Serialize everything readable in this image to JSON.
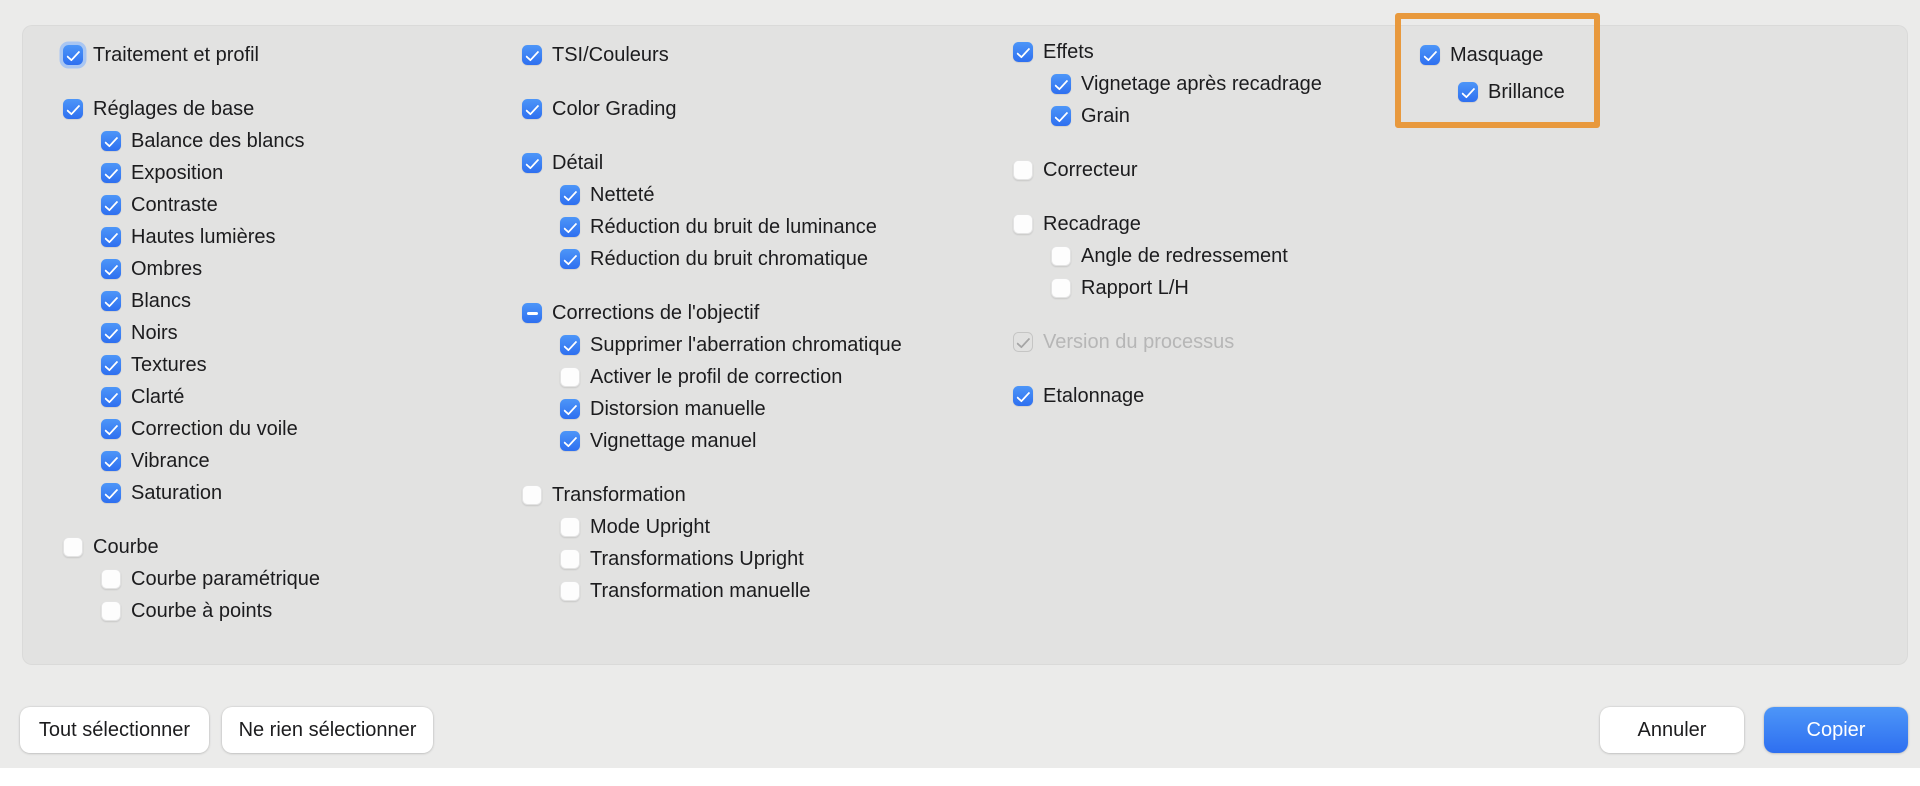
{
  "colors": {
    "accent": "#2e6ff0",
    "accent_light": "#4d96f8",
    "highlight": "#e8993d",
    "panel_bg": "#e2e2e1",
    "window_bg": "#ebebea"
  },
  "panel": {
    "columns": [
      {
        "groups": [
          {
            "items": [
              {
                "label": "Traitement et profil",
                "state": "checked",
                "focused": true,
                "level": 0
              }
            ]
          },
          {
            "items": [
              {
                "label": "Réglages de base",
                "state": "checked",
                "level": 0
              },
              {
                "label": "Balance des blancs",
                "state": "checked",
                "level": 1
              },
              {
                "label": "Exposition",
                "state": "checked",
                "level": 1
              },
              {
                "label": "Contraste",
                "state": "checked",
                "level": 1
              },
              {
                "label": "Hautes lumières",
                "state": "checked",
                "level": 1
              },
              {
                "label": "Ombres",
                "state": "checked",
                "level": 1
              },
              {
                "label": "Blancs",
                "state": "checked",
                "level": 1
              },
              {
                "label": "Noirs",
                "state": "checked",
                "level": 1
              },
              {
                "label": "Textures",
                "state": "checked",
                "level": 1
              },
              {
                "label": "Clarté",
                "state": "checked",
                "level": 1
              },
              {
                "label": "Correction du voile",
                "state": "checked",
                "level": 1
              },
              {
                "label": "Vibrance",
                "state": "checked",
                "level": 1
              },
              {
                "label": "Saturation",
                "state": "checked",
                "level": 1
              }
            ]
          },
          {
            "items": [
              {
                "label": "Courbe",
                "state": "unchecked",
                "level": 0
              },
              {
                "label": "Courbe paramétrique",
                "state": "unchecked",
                "level": 1
              },
              {
                "label": "Courbe à points",
                "state": "unchecked",
                "level": 1
              }
            ]
          }
        ]
      },
      {
        "groups": [
          {
            "items": [
              {
                "label": "TSI/Couleurs",
                "state": "checked",
                "level": 0
              }
            ]
          },
          {
            "items": [
              {
                "label": "Color Grading",
                "state": "checked",
                "level": 0
              }
            ]
          },
          {
            "items": [
              {
                "label": "Détail",
                "state": "checked",
                "level": 0
              },
              {
                "label": "Netteté",
                "state": "checked",
                "level": 1
              },
              {
                "label": "Réduction du bruit de luminance",
                "state": "checked",
                "level": 1
              },
              {
                "label": "Réduction du bruit chromatique",
                "state": "checked",
                "level": 1
              }
            ]
          },
          {
            "items": [
              {
                "label": "Corrections de l'objectif",
                "state": "mixed",
                "level": 0
              },
              {
                "label": "Supprimer l'aberration chromatique",
                "state": "checked",
                "level": 1
              },
              {
                "label": "Activer le profil de correction",
                "state": "unchecked",
                "level": 1
              },
              {
                "label": "Distorsion manuelle",
                "state": "checked",
                "level": 1
              },
              {
                "label": "Vignettage manuel",
                "state": "checked",
                "level": 1
              }
            ]
          },
          {
            "items": [
              {
                "label": "Transformation",
                "state": "unchecked",
                "level": 0
              },
              {
                "label": "Mode Upright",
                "state": "unchecked",
                "level": 1
              },
              {
                "label": "Transformations Upright",
                "state": "unchecked",
                "level": 1
              },
              {
                "label": "Transformation manuelle",
                "state": "unchecked",
                "level": 1
              }
            ]
          }
        ]
      },
      {
        "groups": [
          {
            "items": [
              {
                "label": "Effets",
                "state": "checked",
                "level": 0
              },
              {
                "label": "Vignetage après recadrage",
                "state": "checked",
                "level": 1
              },
              {
                "label": "Grain",
                "state": "checked",
                "level": 1
              }
            ]
          },
          {
            "items": [
              {
                "label": "Correcteur",
                "state": "unchecked",
                "level": 0
              }
            ]
          },
          {
            "items": [
              {
                "label": "Recadrage",
                "state": "unchecked",
                "level": 0
              },
              {
                "label": "Angle de redressement",
                "state": "unchecked",
                "level": 1
              },
              {
                "label": "Rapport L/H",
                "state": "unchecked",
                "level": 1
              }
            ]
          },
          {
            "items": [
              {
                "label": "Version du processus",
                "state": "checked-disabled",
                "level": 0
              }
            ]
          },
          {
            "items": [
              {
                "label": "Etalonnage",
                "state": "checked",
                "level": 0
              }
            ]
          }
        ]
      },
      {
        "groups": [
          {
            "items": [
              {
                "label": "Masquage",
                "state": "checked",
                "level": 0
              },
              {
                "label": "Brillance",
                "state": "checked",
                "level": 1
              }
            ]
          }
        ]
      }
    ]
  },
  "footer": {
    "select_all": "Tout sélectionner",
    "select_none": "Ne rien sélectionner",
    "cancel": "Annuler",
    "copy": "Copier"
  }
}
